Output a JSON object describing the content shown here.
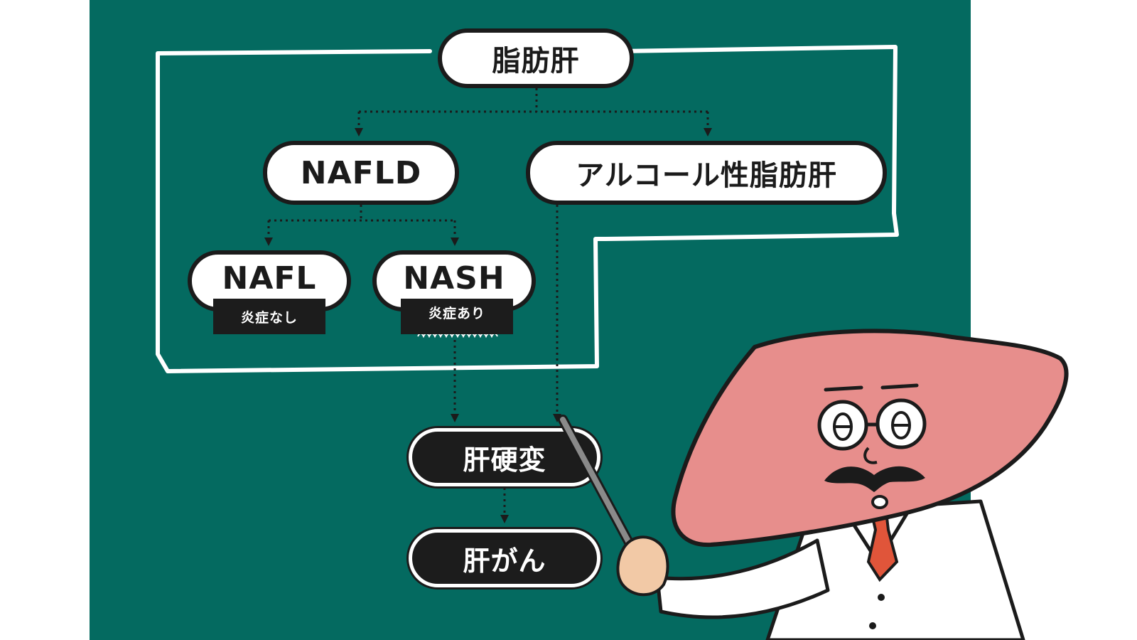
{
  "nodes": {
    "root": "脂肪肝",
    "nafld": "NAFLD",
    "alcoholic": "アルコール性脂肪肝",
    "nafl": "NAFL",
    "nash": "NASH",
    "cirrhosis": "肝硬変",
    "cancer": "肝がん"
  },
  "tags": {
    "nafl": "炎症なし",
    "nash": "炎症あり"
  },
  "colors": {
    "board": "#046a60",
    "chalk": "#ffffff",
    "ink": "#1b1b1b",
    "liver": "#e78e8c",
    "tie": "#e0553a"
  },
  "character": {
    "icon": "liver-professor-with-pointer-icon"
  }
}
